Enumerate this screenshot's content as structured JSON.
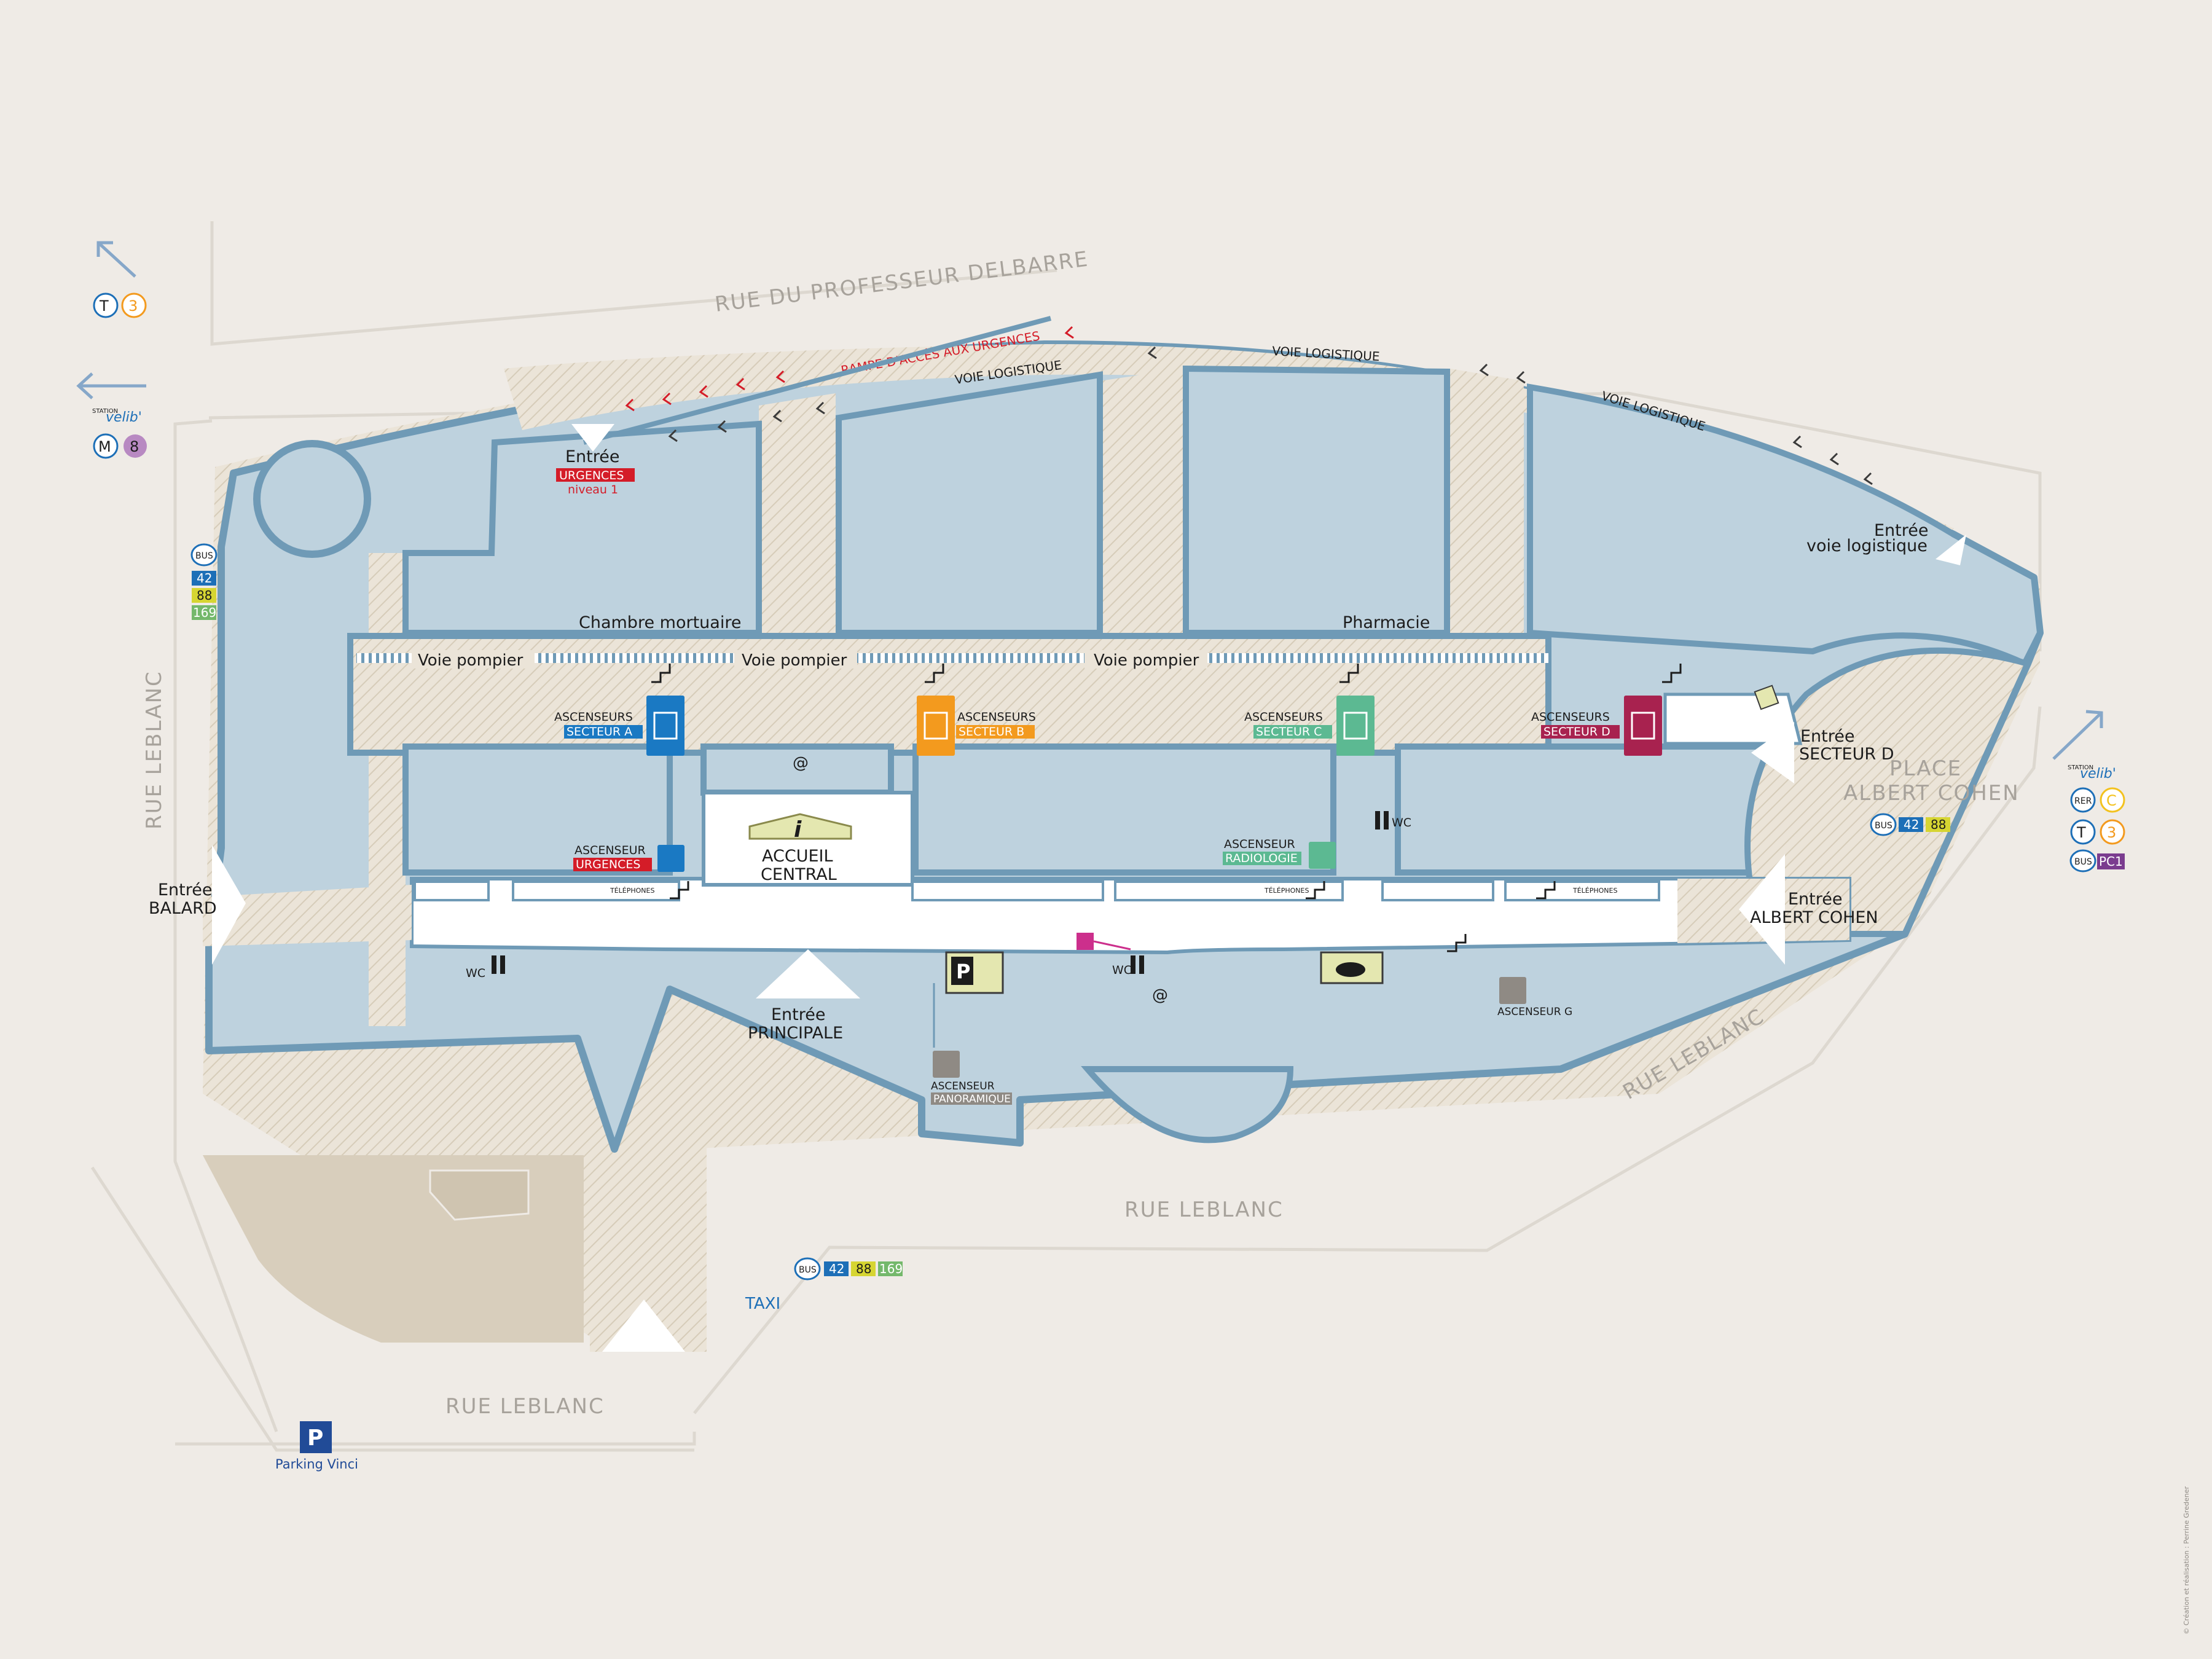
{
  "streets": {
    "north": "RUE DU PROFESSEUR DELBARRE",
    "west": "RUE LEBLANC",
    "south": "RUE LEBLANC",
    "southwest": "RUE LEBLANC",
    "southeast": "RUE LEBLANC",
    "place_line1": "PLACE",
    "place_line2": "ALBERT COHEN"
  },
  "access_ramp": "RAMPE D'ACCÈS AUX URGENCES",
  "logistics_path": "VOIE LOGISTIQUE",
  "fire_lane": "Voie pompier",
  "rooms": {
    "morgue": "Chambre mortuaire",
    "pharmacy": "Pharmacie"
  },
  "entrances": {
    "emergency": {
      "title": "Entrée",
      "badge": "URGENCES",
      "sub": "niveau 1"
    },
    "logistics": {
      "line1": "Entrée",
      "line2": "voie logistique"
    },
    "secteur_d": {
      "line1": "Entrée",
      "line2": "SECTEUR D"
    },
    "balard": {
      "line1": "Entrée",
      "line2": "BALARD"
    },
    "albert_cohen": {
      "line1": "Entrée",
      "line2": "ALBERT COHEN"
    },
    "main": {
      "line1": "Entrée",
      "line2": "PRINCIPALE"
    }
  },
  "elevators": {
    "a": {
      "title": "ASCENSEURS",
      "badge": "SECTEUR A",
      "color": "#1a79c3"
    },
    "b": {
      "title": "ASCENSEURS",
      "badge": "SECTEUR B",
      "color": "#f39a1e"
    },
    "c": {
      "title": "ASCENSEURS",
      "badge": "SECTEUR C",
      "color": "#5cb992"
    },
    "d": {
      "title": "ASCENSEURS",
      "badge": "SECTEUR D",
      "color": "#a8224f"
    },
    "urgences": {
      "title": "ASCENSEUR",
      "badge": "URGENCES",
      "color": "#d41c28"
    },
    "radiologie": {
      "title": "ASCENSEUR",
      "badge": "RADIOLOGIE",
      "color": "#5cb992"
    },
    "g": {
      "title": "ASCENSEUR G"
    },
    "panoramique": {
      "title": "ASCENSEUR",
      "badge": "PANORAMIQUE",
      "color": "#8f8a84"
    }
  },
  "reception": {
    "icon": "i",
    "line1": "ACCUEIL",
    "line2": "CENTRAL"
  },
  "telephones": "TÉLÉPHONES",
  "wc": "WC",
  "at": "@",
  "parking_icon": "P",
  "transport": {
    "nw_tram": {
      "t": "T",
      "n": "3"
    },
    "velib_station": "STATION",
    "velib": "velib'",
    "metro": {
      "m": "M",
      "n": "8"
    },
    "bus": "BUS",
    "bus_lines_west": [
      "42",
      "88",
      "169"
    ],
    "rer": "RER",
    "rer_line": "C",
    "tram_east": {
      "t": "T",
      "n": "3"
    },
    "bus_place": [
      "42",
      "88"
    ],
    "bus_pc1": "PC1",
    "bus_south": [
      "42",
      "88",
      "169"
    ],
    "taxi": "TAXI",
    "parking_vinci": "Parking Vinci"
  },
  "credit": "© Création et réalisation : Perrine Gredener",
  "colors": {
    "background": "#efebe6",
    "building": "#bed2de",
    "wall": "#6f9ab6",
    "hatch": "#e3dccf",
    "corridor": "#ffffff",
    "red": "#d41c28",
    "bus_blue": "#1d6fb7",
    "bus_yellow": "#d6d532",
    "bus_green": "#74b86b",
    "metro_purple": "#b889c2",
    "tram_orange": "#f39a1e",
    "pc1_purple": "#7b3c8f",
    "parking_blue": "#214b97"
  }
}
